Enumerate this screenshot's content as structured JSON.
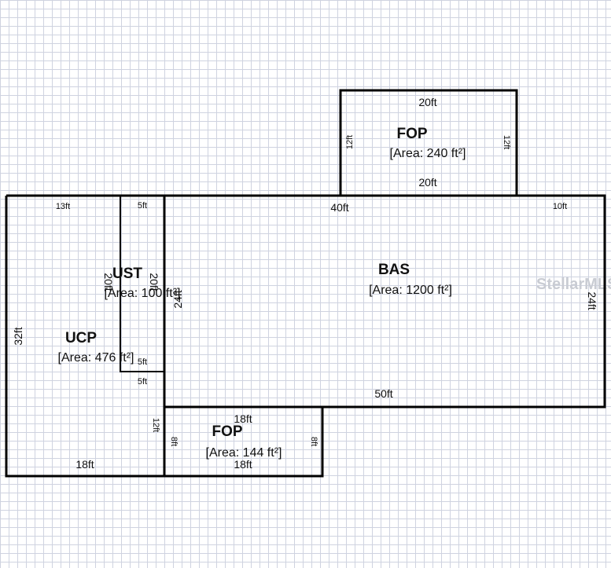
{
  "watermark": "StellarMLS",
  "rooms": {
    "fop_top": {
      "name": "FOP",
      "area": "[Area: 240 ft²]",
      "dim_top": "20ft",
      "dim_bottom": "20ft",
      "dim_left": "12ft",
      "dim_right": "12ft"
    },
    "bas": {
      "name": "BAS",
      "area": "[Area: 1200 ft²]",
      "dim_top": "40ft",
      "dim_top_right": "10ft",
      "dim_bottom": "50ft",
      "dim_right": "24ft",
      "dim_left": "24ft"
    },
    "ust": {
      "name": "UST",
      "area": "[Area: 100 ft²]",
      "dim_top": "5ft",
      "dim_bottom": "5ft",
      "dim_left": "20ft",
      "dim_right": "20ft"
    },
    "ucp": {
      "name": "UCP",
      "area": "[Area: 476 ft²]",
      "dim_top": "13ft",
      "dim_left": "32ft",
      "dim_bottom": "18ft",
      "dim_notch": "5ft",
      "dim_right_lower": "12ft"
    },
    "fop_bottom": {
      "name": "FOP",
      "area": "[Area: 144 ft²]",
      "dim_top": "18ft",
      "dim_bottom": "18ft",
      "dim_left": "8ft",
      "dim_right": "8ft"
    }
  }
}
